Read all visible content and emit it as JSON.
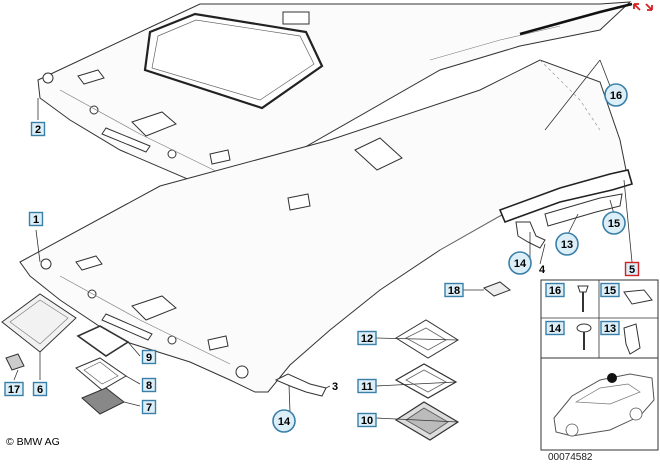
{
  "labels": [
    {
      "id": "1",
      "text": "1",
      "style": "box"
    },
    {
      "id": "2",
      "text": "2",
      "style": "box"
    },
    {
      "id": "3",
      "text": "3",
      "style": "plain"
    },
    {
      "id": "4",
      "text": "4",
      "style": "plain"
    },
    {
      "id": "5",
      "text": "5",
      "style": "box-red"
    },
    {
      "id": "6",
      "text": "6",
      "style": "box"
    },
    {
      "id": "7",
      "text": "7",
      "style": "box"
    },
    {
      "id": "8",
      "text": "8",
      "style": "box"
    },
    {
      "id": "9",
      "text": "9",
      "style": "box"
    },
    {
      "id": "10",
      "text": "10",
      "style": "box"
    },
    {
      "id": "11",
      "text": "11",
      "style": "box"
    },
    {
      "id": "12",
      "text": "12",
      "style": "box"
    },
    {
      "id": "13",
      "text": "13",
      "style": "circle"
    },
    {
      "id": "14a",
      "text": "14",
      "style": "circle"
    },
    {
      "id": "14b",
      "text": "14",
      "style": "circle"
    },
    {
      "id": "15",
      "text": "15",
      "style": "circle"
    },
    {
      "id": "16",
      "text": "16",
      "style": "circle"
    },
    {
      "id": "17",
      "text": "17",
      "style": "box"
    },
    {
      "id": "18",
      "text": "18",
      "style": "box"
    }
  ],
  "legend": [
    {
      "id": "16",
      "text": "16"
    },
    {
      "id": "15",
      "text": "15"
    },
    {
      "id": "14",
      "text": "14"
    },
    {
      "id": "13",
      "text": "13"
    }
  ],
  "footer": {
    "copyright": "© BMW AG",
    "doc_number": "00074582"
  },
  "colors": {
    "label_fill": "#dceef7",
    "label_border": "#3a7fa8",
    "accent_red": "#d32020",
    "line": "#333333"
  }
}
